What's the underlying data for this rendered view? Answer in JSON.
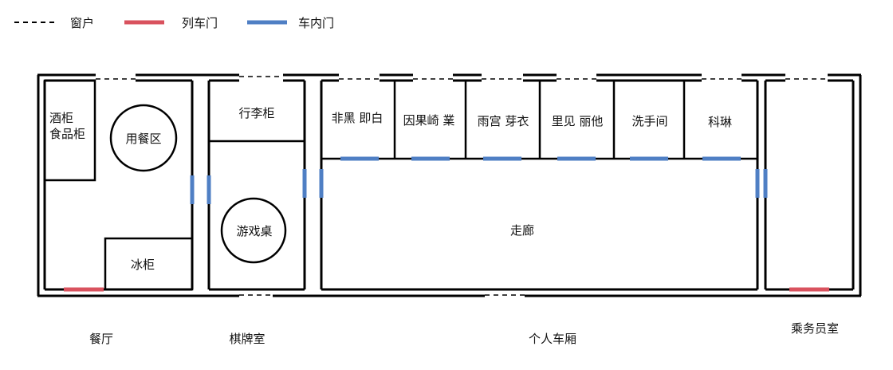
{
  "legend": {
    "window": "窗户",
    "train_door": "列车门",
    "inner_door": "车内门"
  },
  "colors": {
    "wall": "#000000",
    "train_door": "#d9525e",
    "inner_door": "#4f7fc4"
  },
  "rooms": {
    "wine_cabinet_line1": "酒柜",
    "wine_cabinet_line2": "食品柜",
    "dining_area": "用餐区",
    "freezer": "冰柜",
    "luggage_cabinet": "行李柜",
    "game_table": "游戏桌",
    "corridor": "走廊"
  },
  "compartments": [
    "非黑 即白",
    "因果崎 業",
    "雨宫 芽衣",
    "里见 丽他",
    "洗手间",
    "科琳"
  ],
  "sections": {
    "dining_car": "餐厅",
    "card_room": "棋牌室",
    "private_car": "个人车厢",
    "crew_room": "乘务员室"
  }
}
